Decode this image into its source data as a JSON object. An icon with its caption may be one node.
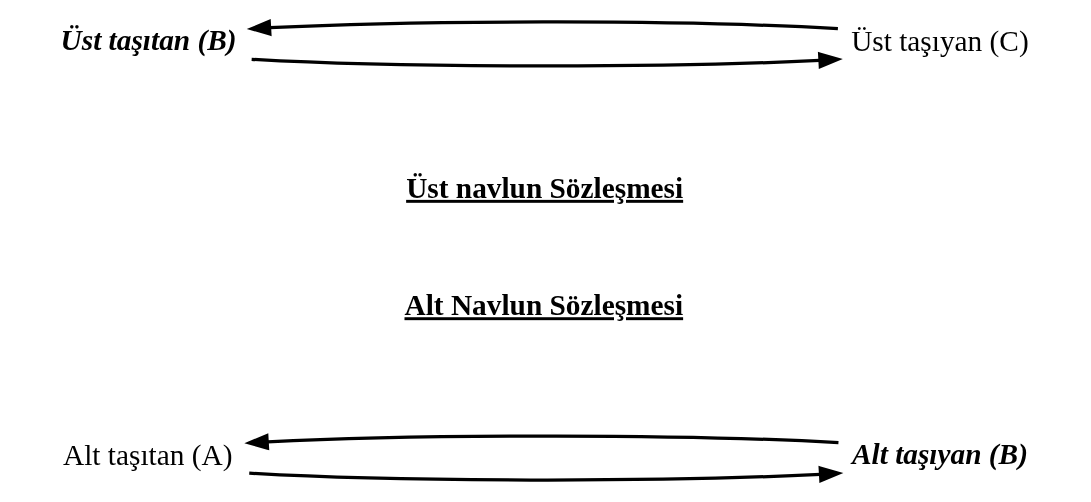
{
  "diagram": {
    "nodes": [
      {
        "text": [
          "Üst taşıtan (B)"
        ]
      },
      {
        "text": [
          "Üst taşıyan (C)"
        ]
      },
      {
        "text": [
          "Alt taşıtan (A)"
        ]
      },
      {
        "text": [
          "Alt taşıyan (B)"
        ]
      }
    ],
    "edges": [
      {
        "from": 0,
        "to": 1,
        "arrow": "to"
      },
      {
        "from": 1,
        "to": 0,
        "arrow": "to"
      },
      {
        "from": 2,
        "to": 3,
        "arrow": "to"
      },
      {
        "from": 3,
        "to": 2,
        "arrow": "to"
      }
    ],
    "labels": [
      "Üst navlun Sözleşmesi",
      "Alt Navlun Sözleşmesi"
    ]
  }
}
